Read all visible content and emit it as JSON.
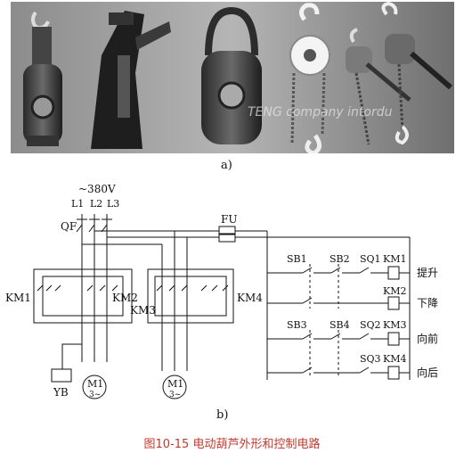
{
  "photo": {
    "watermark": "TENG company intordu",
    "items": [
      "triple-sheave-pulley-block",
      "ratchet-jack",
      "open-double-pulley-block",
      "chain-hoist",
      "lever-hoist",
      "lever-hoist-long"
    ]
  },
  "captions": {
    "a": "a)",
    "b": "b)"
  },
  "figure_title": "图10-15 电动葫芦外形和控制电路",
  "circuit": {
    "supply": "~380V",
    "phases": [
      "L1",
      "L2",
      "L3"
    ],
    "breaker": "QF",
    "fuse": "FU",
    "contactors_left": [
      "KM1",
      "KM2",
      "KM3",
      "KM4"
    ],
    "brake": "YB",
    "motors": [
      {
        "label": "M1",
        "sub": "3~"
      },
      {
        "label": "M1",
        "sub": "3~"
      }
    ],
    "switches": [
      "SB1",
      "SB2",
      "SQ1",
      "SB3",
      "SB4",
      "SQ2",
      "SQ3"
    ],
    "coils": [
      {
        "label": "KM1",
        "function": "提升"
      },
      {
        "label": "KM2",
        "function": "下降"
      },
      {
        "label": "KM3",
        "function": "向前"
      },
      {
        "label": "KM4",
        "function": "向后"
      }
    ]
  }
}
